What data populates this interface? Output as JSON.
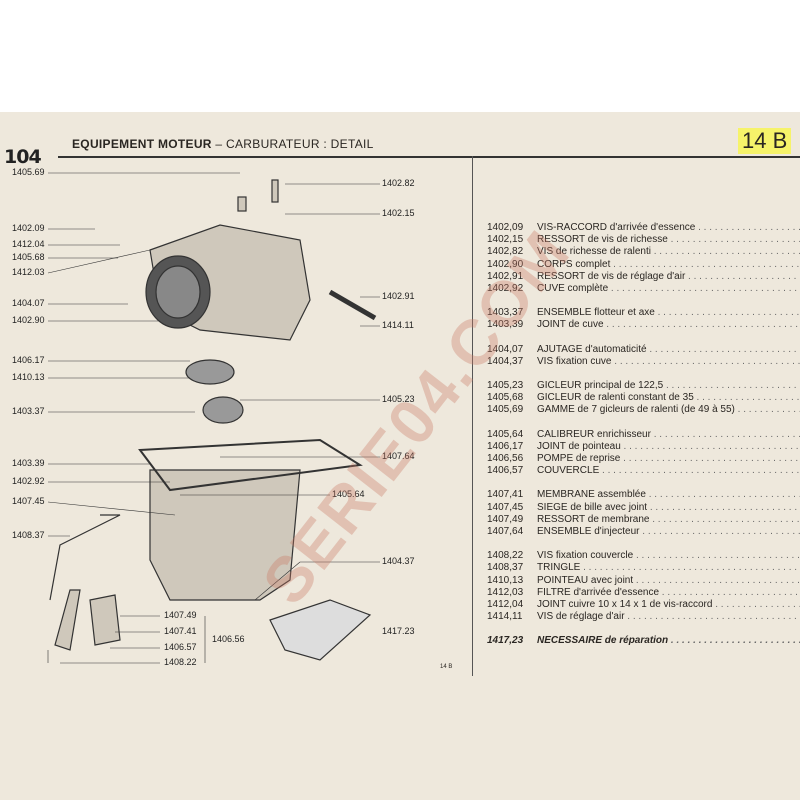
{
  "header": {
    "model": "104",
    "title_bold": "EQUIPEMENT MOTEUR",
    "title_sep": " – ",
    "title_rest": "CARBURATEUR : DETAIL",
    "page_code": "14 B"
  },
  "watermark": "SERIE04.COM",
  "footer_code": "14 B",
  "diagram_labels": [
    {
      "ref": "1405.69"
    },
    {
      "ref": "1402.09"
    },
    {
      "ref": "1412.04"
    },
    {
      "ref": "1405.68"
    },
    {
      "ref": "1412.03"
    },
    {
      "ref": "1404.07"
    },
    {
      "ref": "1402.90"
    },
    {
      "ref": "1406.17"
    },
    {
      "ref": "1410.13"
    },
    {
      "ref": "1403.37"
    },
    {
      "ref": "1403.39"
    },
    {
      "ref": "1402.92"
    },
    {
      "ref": "1407.45"
    },
    {
      "ref": "1408.37"
    },
    {
      "ref": "1402.82"
    },
    {
      "ref": "1402.15"
    },
    {
      "ref": "1402.91"
    },
    {
      "ref": "1414.11"
    },
    {
      "ref": "1405.23"
    },
    {
      "ref": "1407.64"
    },
    {
      "ref": "1405.64"
    },
    {
      "ref": "1404.37"
    },
    {
      "ref": "1417.23"
    },
    {
      "ref": "1407.49"
    },
    {
      "ref": "1407.41"
    },
    {
      "ref": "1406.56"
    },
    {
      "ref": "1406.57"
    },
    {
      "ref": "1408.22"
    }
  ],
  "parts_groups": [
    [
      {
        "ref": "1402,09",
        "desc": "VIS-RACCORD d'arrivée d'essence"
      },
      {
        "ref": "1402,15",
        "desc": "RESSORT de vis de richesse"
      },
      {
        "ref": "1402,82",
        "desc": "VIS de richesse de ralenti"
      },
      {
        "ref": "1402,90",
        "desc": "CORPS complet"
      },
      {
        "ref": "1402,91",
        "desc": "RESSORT de vis de réglage d'air"
      },
      {
        "ref": "1402,92",
        "desc": "CUVE complète"
      }
    ],
    [
      {
        "ref": "1403,37",
        "desc": "ENSEMBLE flotteur et axe"
      },
      {
        "ref": "1403,39",
        "desc": "JOINT de cuve"
      }
    ],
    [
      {
        "ref": "1404,07",
        "desc": "AJUTAGE d'automaticité"
      },
      {
        "ref": "1404,37",
        "desc": "VIS fixation cuve"
      }
    ],
    [
      {
        "ref": "1405,23",
        "desc": "GICLEUR principal de 122,5"
      },
      {
        "ref": "1405,68",
        "desc": "GICLEUR de ralenti constant de 35"
      },
      {
        "ref": "1405,69",
        "desc": "GAMME de 7 gicleurs de ralenti (de 49 à 55)"
      }
    ],
    [
      {
        "ref": "1405,64",
        "desc": "CALIBREUR enrichisseur"
      },
      {
        "ref": "1406,17",
        "desc": "JOINT de pointeau"
      },
      {
        "ref": "1406,56",
        "desc": "POMPE de reprise"
      },
      {
        "ref": "1406,57",
        "desc": "COUVERCLE"
      }
    ],
    [
      {
        "ref": "1407,41",
        "desc": "MEMBRANE assemblée"
      },
      {
        "ref": "1407,45",
        "desc": "SIEGE de bille avec joint"
      },
      {
        "ref": "1407,49",
        "desc": "RESSORT de membrane"
      },
      {
        "ref": "1407,64",
        "desc": "ENSEMBLE d'injecteur"
      }
    ],
    [
      {
        "ref": "1408,22",
        "desc": "VIS fixation couvercle"
      },
      {
        "ref": "1408,37",
        "desc": "TRINGLE"
      },
      {
        "ref": "1410,13",
        "desc": "POINTEAU avec joint"
      },
      {
        "ref": "1412,03",
        "desc": "FILTRE d'arrivée d'essence"
      },
      {
        "ref": "1412,04",
        "desc": "JOINT cuivre 10 x 14 x 1 de vis-raccord"
      },
      {
        "ref": "1414,11",
        "desc": "VIS de réglage d'air"
      }
    ],
    [
      {
        "ref": "1417,23",
        "desc": "NECESSAIRE de réparation",
        "emphasis": true
      }
    ]
  ]
}
